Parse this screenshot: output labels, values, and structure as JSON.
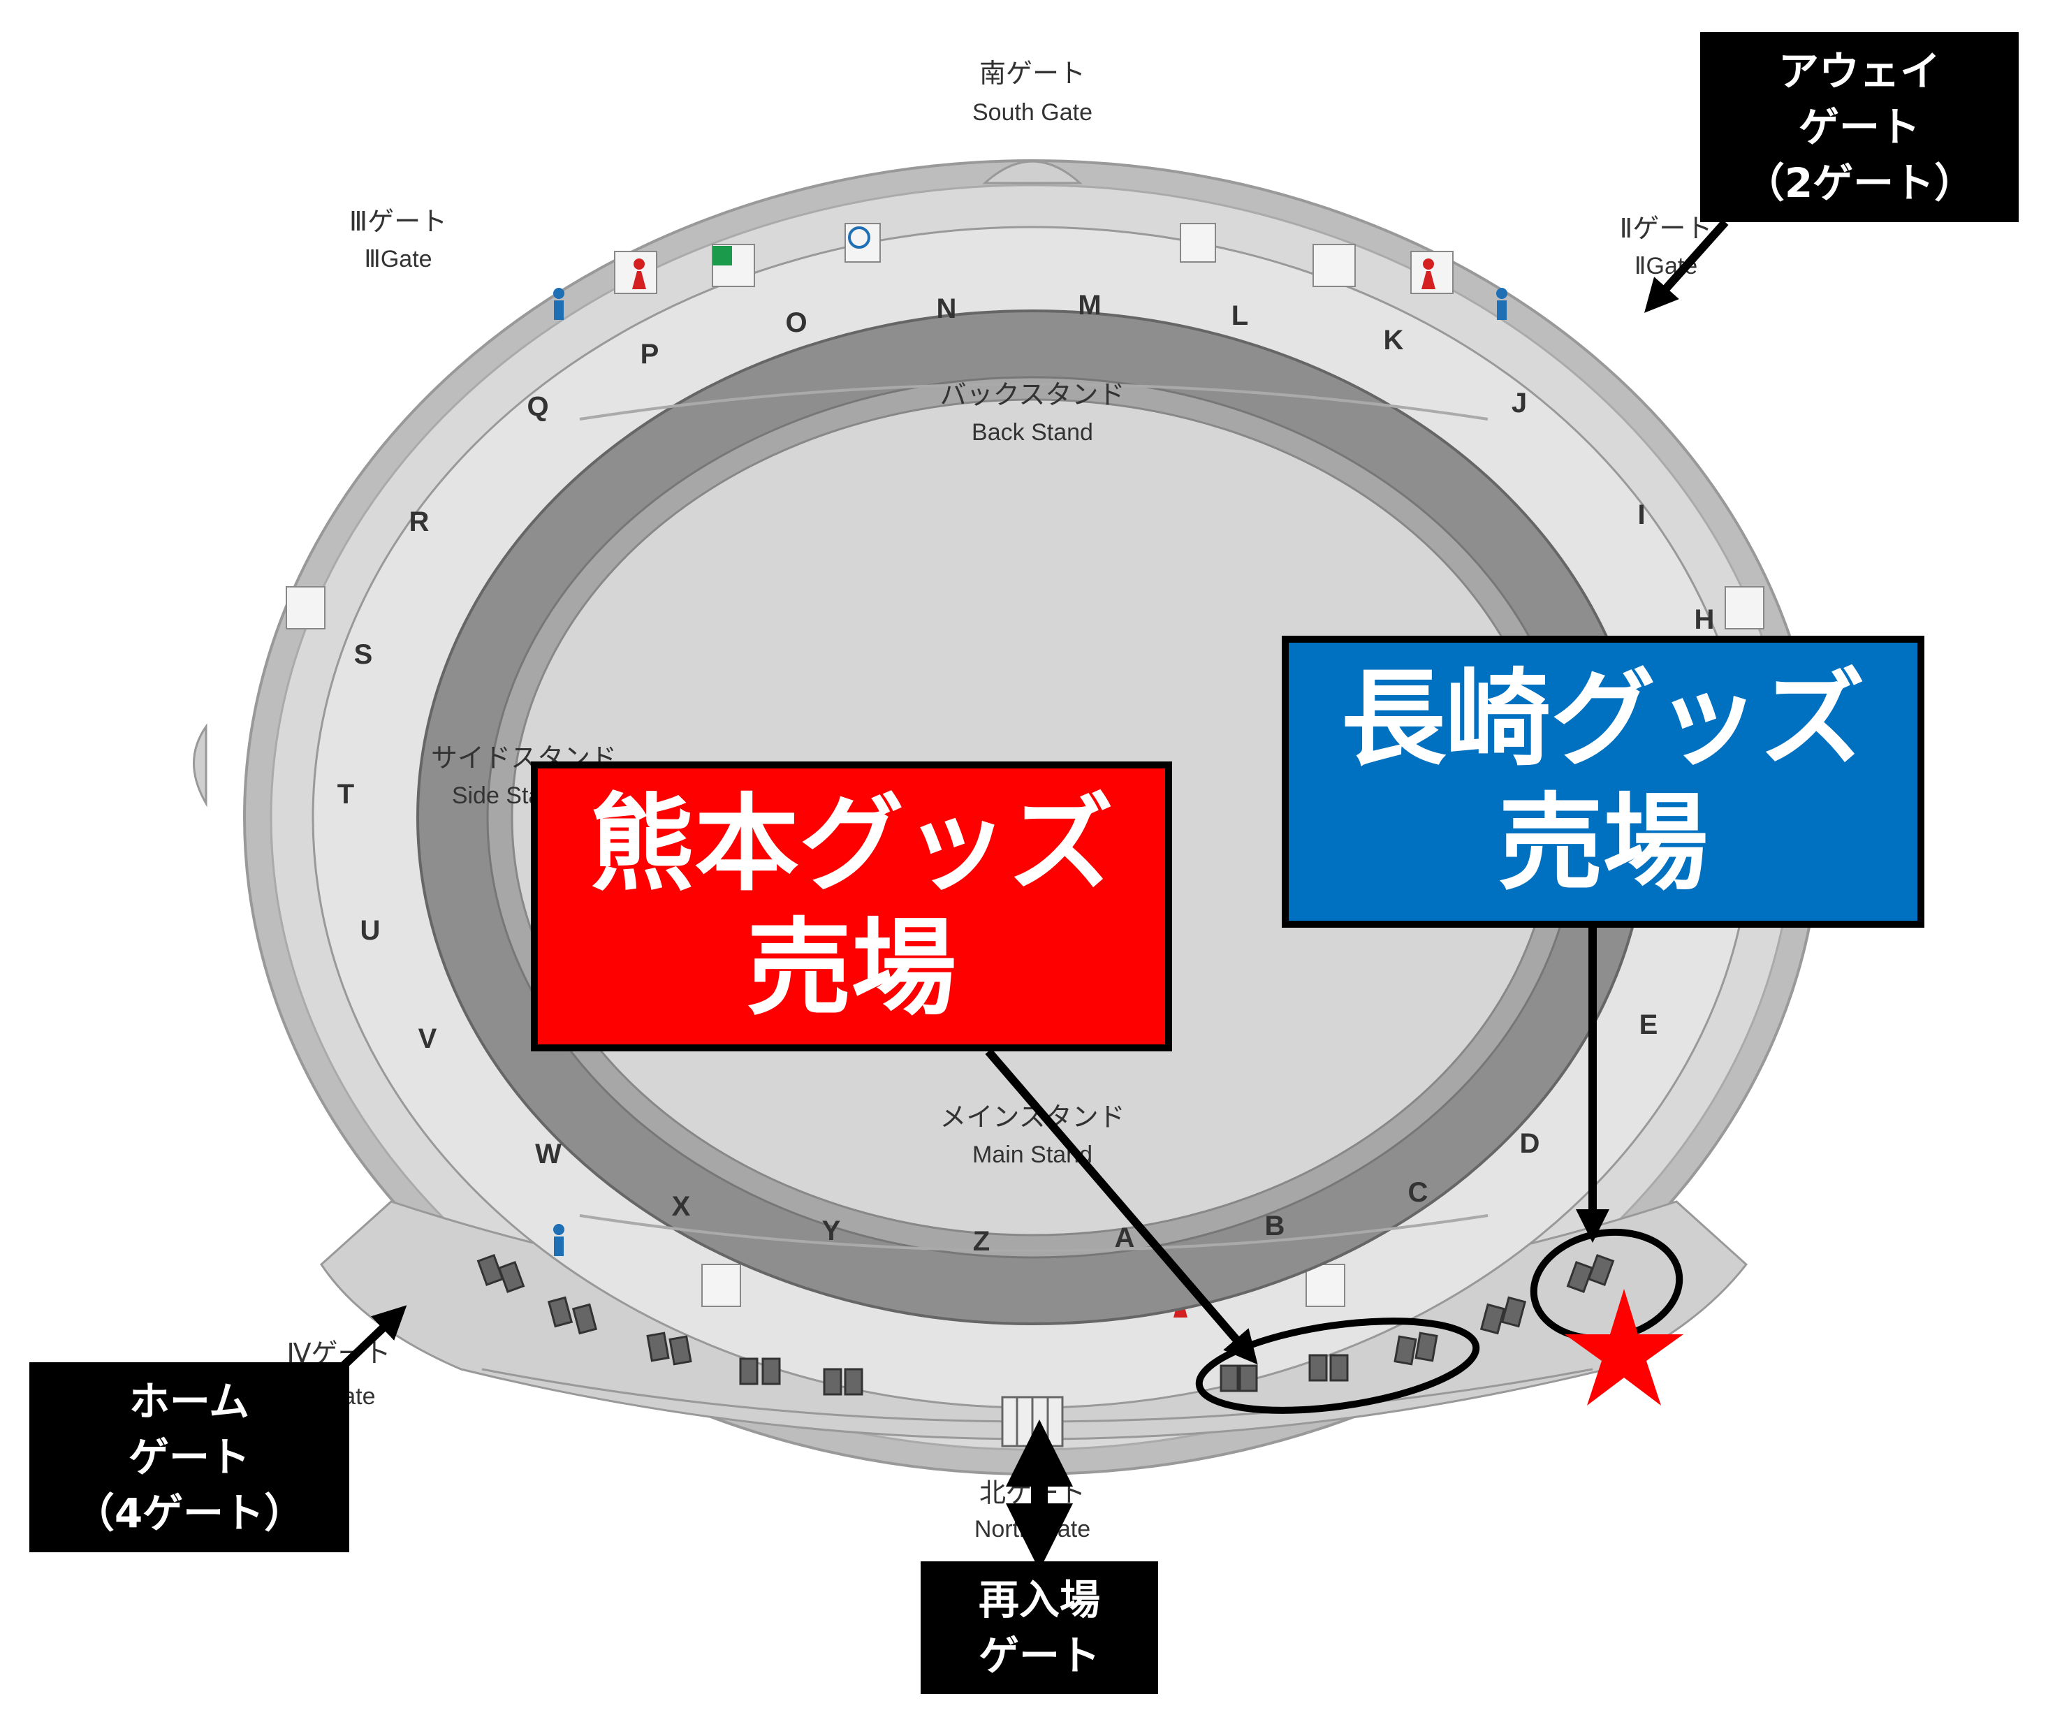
{
  "gates": {
    "south": {
      "jp": "南ゲート",
      "en": "South Gate"
    },
    "gate3": {
      "jp": "Ⅲゲート",
      "en": "ⅢGate"
    },
    "gate2": {
      "jp": "Ⅱゲート",
      "en": "ⅡGate"
    },
    "gate4": {
      "jp": "Ⅳゲート",
      "en": "ⅣGate"
    },
    "north": {
      "jp": "北ゲート",
      "en": "North Gate"
    }
  },
  "stands": {
    "back": {
      "jp": "バックスタンド",
      "en": "Back Stand"
    },
    "side": {
      "jp": "サイドスタンド",
      "en": "Side Stand"
    },
    "main": {
      "jp": "メインスタンド",
      "en": "Main Stand"
    }
  },
  "blocks": [
    "A",
    "B",
    "C",
    "D",
    "E",
    "H",
    "I",
    "J",
    "K",
    "L",
    "M",
    "N",
    "O",
    "P",
    "Q",
    "R",
    "S",
    "T",
    "U",
    "V",
    "W",
    "X",
    "Y",
    "Z"
  ],
  "callouts": {
    "away_gate": {
      "line1": "アウェイ",
      "line2": "ゲート",
      "line3": "（2ゲート）"
    },
    "home_gate": {
      "line1": "ホーム",
      "line2": "ゲート",
      "line3": "（4ゲート）"
    },
    "reentry_gate": {
      "line1": "再入場",
      "line2": "ゲート"
    },
    "kumamoto_goods": {
      "line1": "熊本グッズ",
      "line2": "売場"
    },
    "nagasaki_goods": {
      "line1": "長崎グッズ",
      "line2": "売場"
    }
  },
  "colors": {
    "kumamoto": "#ff0000",
    "nagasaki": "#0070c0",
    "label_box": "#000000",
    "marker_star": "#ff0000"
  },
  "icons": [
    "mens-restroom-icon",
    "womens-restroom-icon",
    "accessible-restroom-icon",
    "nursing-room-icon",
    "star-marker-icon",
    "gate-arrow-icon"
  ]
}
